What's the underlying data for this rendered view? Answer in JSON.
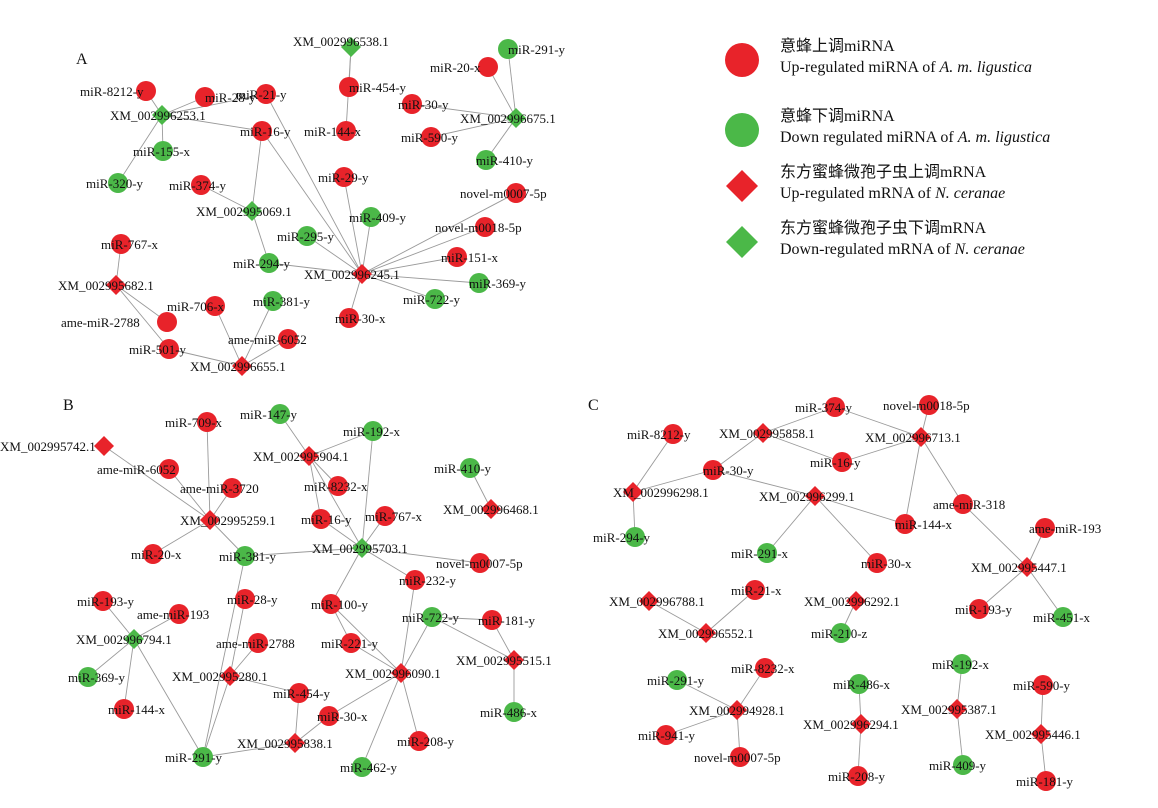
{
  "colors": {
    "up": "#e8232a",
    "down": "#4bb848"
  },
  "legend": [
    {
      "shape": "circle",
      "color": "up",
      "zh": "意蜂上调miRNA",
      "en_pre": "Up-regulated miRNA of ",
      "en_italic": "A. m. ligustica"
    },
    {
      "shape": "circle",
      "color": "down",
      "zh": "意蜂下调miRNA",
      "en_pre": "Down regulated miRNA of ",
      "en_italic": "A. m. ligustica"
    },
    {
      "shape": "diamond",
      "color": "up",
      "zh": "东方蜜蜂微孢子虫上调mRNA",
      "en_pre": "Up-regulated mRNA of ",
      "en_italic": "N. ceranae"
    },
    {
      "shape": "diamond",
      "color": "down",
      "zh": "东方蜜蜂微孢子虫下调mRNA",
      "en_pre": "Down-regulated mRNA of ",
      "en_italic": "N. ceranae"
    }
  ],
  "panels": [
    {
      "label": "A",
      "nodes": [
        [
          "XM_002996538.1",
          "diamond",
          "down"
        ],
        [
          "miR-291-y",
          "circle",
          "down"
        ],
        [
          "miR-20-x",
          "circle",
          "up"
        ],
        [
          "miR-28-y",
          "circle",
          "up"
        ],
        [
          "miR-8212-y",
          "circle",
          "up"
        ],
        [
          "XM_002996253.1",
          "diamond",
          "down"
        ],
        [
          "miR-21-y",
          "circle",
          "up"
        ],
        [
          "miR-454-y",
          "circle",
          "up"
        ],
        [
          "miR-30-y",
          "circle",
          "up"
        ],
        [
          "XM_002996675.1",
          "diamond",
          "down"
        ],
        [
          "miR-16-y",
          "circle",
          "up"
        ],
        [
          "miR-144-x",
          "circle",
          "up"
        ],
        [
          "miR-590-y",
          "circle",
          "up"
        ],
        [
          "miR-155-x",
          "circle",
          "down"
        ],
        [
          "miR-410-y",
          "circle",
          "down"
        ],
        [
          "miR-320-y",
          "circle",
          "down"
        ],
        [
          "miR-374-y",
          "circle",
          "up"
        ],
        [
          "miR-29-y",
          "circle",
          "up"
        ],
        [
          "novel-m0007-5p",
          "circle",
          "up"
        ],
        [
          "XM_002995069.1",
          "diamond",
          "down"
        ],
        [
          "miR-409-y",
          "circle",
          "down"
        ],
        [
          "novel-m0018-5p",
          "circle",
          "up"
        ],
        [
          "miR-767-x",
          "circle",
          "up"
        ],
        [
          "miR-295-y",
          "circle",
          "down"
        ],
        [
          "miR-294-y",
          "circle",
          "down"
        ],
        [
          "miR-151-x",
          "circle",
          "up"
        ],
        [
          "XM_002996245.1",
          "diamond",
          "up"
        ],
        [
          "miR-369-y",
          "circle",
          "down"
        ],
        [
          "XM_002995682.1",
          "diamond",
          "up"
        ],
        [
          "miR-706-x",
          "circle",
          "up"
        ],
        [
          "miR-381-y",
          "circle",
          "down"
        ],
        [
          "miR-722-y",
          "circle",
          "down"
        ],
        [
          "miR-30-x",
          "circle",
          "up"
        ],
        [
          "ame-miR-2788",
          "circle",
          "up"
        ],
        [
          "ame-miR-6052",
          "circle",
          "up"
        ],
        [
          "miR-501-y",
          "circle",
          "up"
        ],
        [
          "XM_002996655.1",
          "diamond",
          "up"
        ]
      ]
    },
    {
      "label": "B",
      "nodes": [
        [
          "miR-192-x",
          "circle",
          "down"
        ],
        [
          "miR-147-y",
          "circle",
          "down"
        ],
        [
          "miR-709-x",
          "circle",
          "up"
        ],
        [
          "XM_002995742.1",
          "diamond",
          "up"
        ],
        [
          "XM_002995904.1",
          "diamond",
          "up"
        ],
        [
          "miR-410-y",
          "circle",
          "down"
        ],
        [
          "ame-miR-6052",
          "circle",
          "up"
        ],
        [
          "ame-miR-3720",
          "circle",
          "up"
        ],
        [
          "miR-8232-x",
          "circle",
          "up"
        ],
        [
          "XM_002996468.1",
          "diamond",
          "up"
        ],
        [
          "miR-767-x",
          "circle",
          "up"
        ],
        [
          "XM_002995259.1",
          "diamond",
          "up"
        ],
        [
          "miR-16-y",
          "circle",
          "up"
        ],
        [
          "miR-20-x",
          "circle",
          "up"
        ],
        [
          "miR-381-y",
          "circle",
          "down"
        ],
        [
          "XM_002995703.1",
          "diamond",
          "down"
        ],
        [
          "novel-m0007-5p",
          "circle",
          "up"
        ],
        [
          "miR-232-y",
          "circle",
          "up"
        ],
        [
          "miR-193-y",
          "circle",
          "up"
        ],
        [
          "miR-28-y",
          "circle",
          "up"
        ],
        [
          "ame-miR-193",
          "circle",
          "up"
        ],
        [
          "miR-100-y",
          "circle",
          "up"
        ],
        [
          "miR-722-y",
          "circle",
          "down"
        ],
        [
          "miR-181-y",
          "circle",
          "up"
        ],
        [
          "XM_002996794.1",
          "diamond",
          "down"
        ],
        [
          "ame-miR-2788",
          "circle",
          "up"
        ],
        [
          "miR-221-y",
          "circle",
          "up"
        ],
        [
          "miR-369-y",
          "circle",
          "down"
        ],
        [
          "XM_002995280.1",
          "diamond",
          "up"
        ],
        [
          "XM_002996090.1",
          "diamond",
          "up"
        ],
        [
          "XM_002995515.1",
          "diamond",
          "up"
        ],
        [
          "miR-144-x",
          "circle",
          "up"
        ],
        [
          "miR-454-y",
          "circle",
          "up"
        ],
        [
          "miR-30-x",
          "circle",
          "up"
        ],
        [
          "miR-486-x",
          "circle",
          "down"
        ],
        [
          "XM_002995838.1",
          "diamond",
          "up"
        ],
        [
          "miR-208-y",
          "circle",
          "up"
        ],
        [
          "miR-291-y",
          "circle",
          "down"
        ],
        [
          "miR-462-y",
          "circle",
          "down"
        ]
      ]
    },
    {
      "label": "C",
      "nodes": [
        [
          "miR-374-y",
          "circle",
          "up"
        ],
        [
          "novel-m0018-5p",
          "circle",
          "up"
        ],
        [
          "miR-8212-y",
          "circle",
          "up"
        ],
        [
          "XM_002995858.1",
          "diamond",
          "up"
        ],
        [
          "XM_002996713.1",
          "diamond",
          "up"
        ],
        [
          "miR-30-y",
          "circle",
          "up"
        ],
        [
          "miR-16-y",
          "circle",
          "up"
        ],
        [
          "XM_002996298.1",
          "diamond",
          "up"
        ],
        [
          "XM_002996299.1",
          "diamond",
          "up"
        ],
        [
          "ame-miR-318",
          "circle",
          "up"
        ],
        [
          "miR-144-x",
          "circle",
          "up"
        ],
        [
          "ame-miR-193",
          "circle",
          "up"
        ],
        [
          "miR-294-y",
          "circle",
          "down"
        ],
        [
          "miR-291-x",
          "circle",
          "down"
        ],
        [
          "miR-30-x",
          "circle",
          "up"
        ],
        [
          "XM_002995447.1",
          "diamond",
          "up"
        ],
        [
          "miR-21-x",
          "circle",
          "up"
        ],
        [
          "XM_002996788.1",
          "diamond",
          "up"
        ],
        [
          "XM_002996292.1",
          "diamond",
          "up"
        ],
        [
          "miR-193-y",
          "circle",
          "up"
        ],
        [
          "miR-451-x",
          "circle",
          "down"
        ],
        [
          "XM_002996552.1",
          "diamond",
          "up"
        ],
        [
          "miR-210-z",
          "circle",
          "down"
        ],
        [
          "miR-192-x",
          "circle",
          "down"
        ],
        [
          "miR-291-y",
          "circle",
          "down"
        ],
        [
          "miR-8232-x",
          "circle",
          "up"
        ],
        [
          "miR-486-x",
          "circle",
          "down"
        ],
        [
          "miR-590-y",
          "circle",
          "up"
        ],
        [
          "XM_002994928.1",
          "diamond",
          "up"
        ],
        [
          "XM_002995387.1",
          "diamond",
          "up"
        ],
        [
          "miR-941-y",
          "circle",
          "up"
        ],
        [
          "XM_002996294.1",
          "diamond",
          "up"
        ],
        [
          "XM_002995446.1",
          "diamond",
          "up"
        ],
        [
          "novel-m0007-5p",
          "circle",
          "up"
        ],
        [
          "miR-208-y",
          "circle",
          "up"
        ],
        [
          "miR-409-y",
          "circle",
          "down"
        ],
        [
          "miR-181-y",
          "circle",
          "up"
        ]
      ]
    }
  ]
}
